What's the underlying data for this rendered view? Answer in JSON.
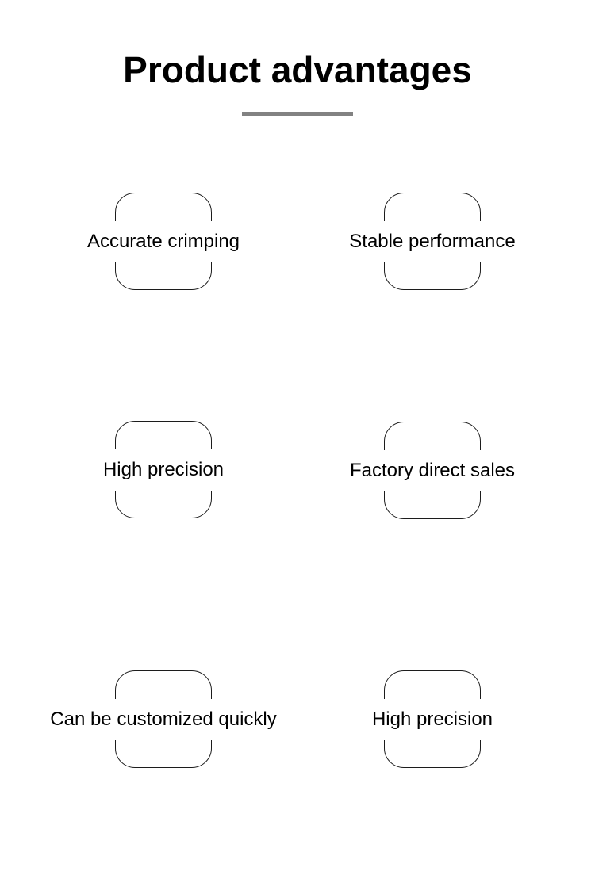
{
  "page": {
    "title": "Product advantages",
    "background_color": "#ffffff",
    "text_color": "#000000",
    "divider_color": "#828282",
    "box_border_color": "#1c1c1c"
  },
  "advantages": [
    {
      "label": "Accurate crimping"
    },
    {
      "label": "Stable performance"
    },
    {
      "label": "High precision"
    },
    {
      "label": "Factory direct sales"
    },
    {
      "label": "Can be customized quickly"
    },
    {
      "label": "High precision"
    }
  ]
}
